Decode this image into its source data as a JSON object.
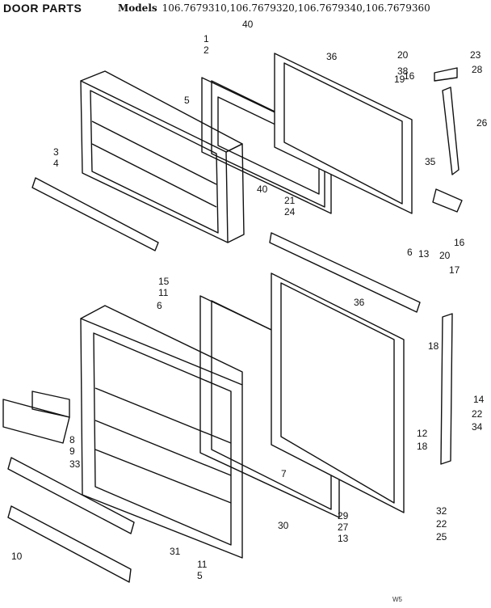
{
  "header": {
    "title": "DOOR PARTS",
    "models_label": "Models",
    "models": "106.7679310,106.7679320,106.7679340,106.7679360"
  },
  "footer_mark": "W5",
  "callouts": [
    "1",
    "2",
    "3",
    "4",
    "5",
    "5",
    "6",
    "6",
    "7",
    "8",
    "9",
    "10",
    "11",
    "11",
    "12",
    "13",
    "13",
    "14",
    "15",
    "16",
    "16",
    "17",
    "18",
    "19",
    "20",
    "20",
    "21",
    "22",
    "22",
    "23",
    "24",
    "25",
    "26",
    "27",
    "28",
    "29",
    "30",
    "31",
    "32",
    "33",
    "34",
    "35",
    "36",
    "36",
    "38",
    "40",
    "40"
  ],
  "colors": {
    "line": "#111111",
    "paper": "#ffffff"
  }
}
